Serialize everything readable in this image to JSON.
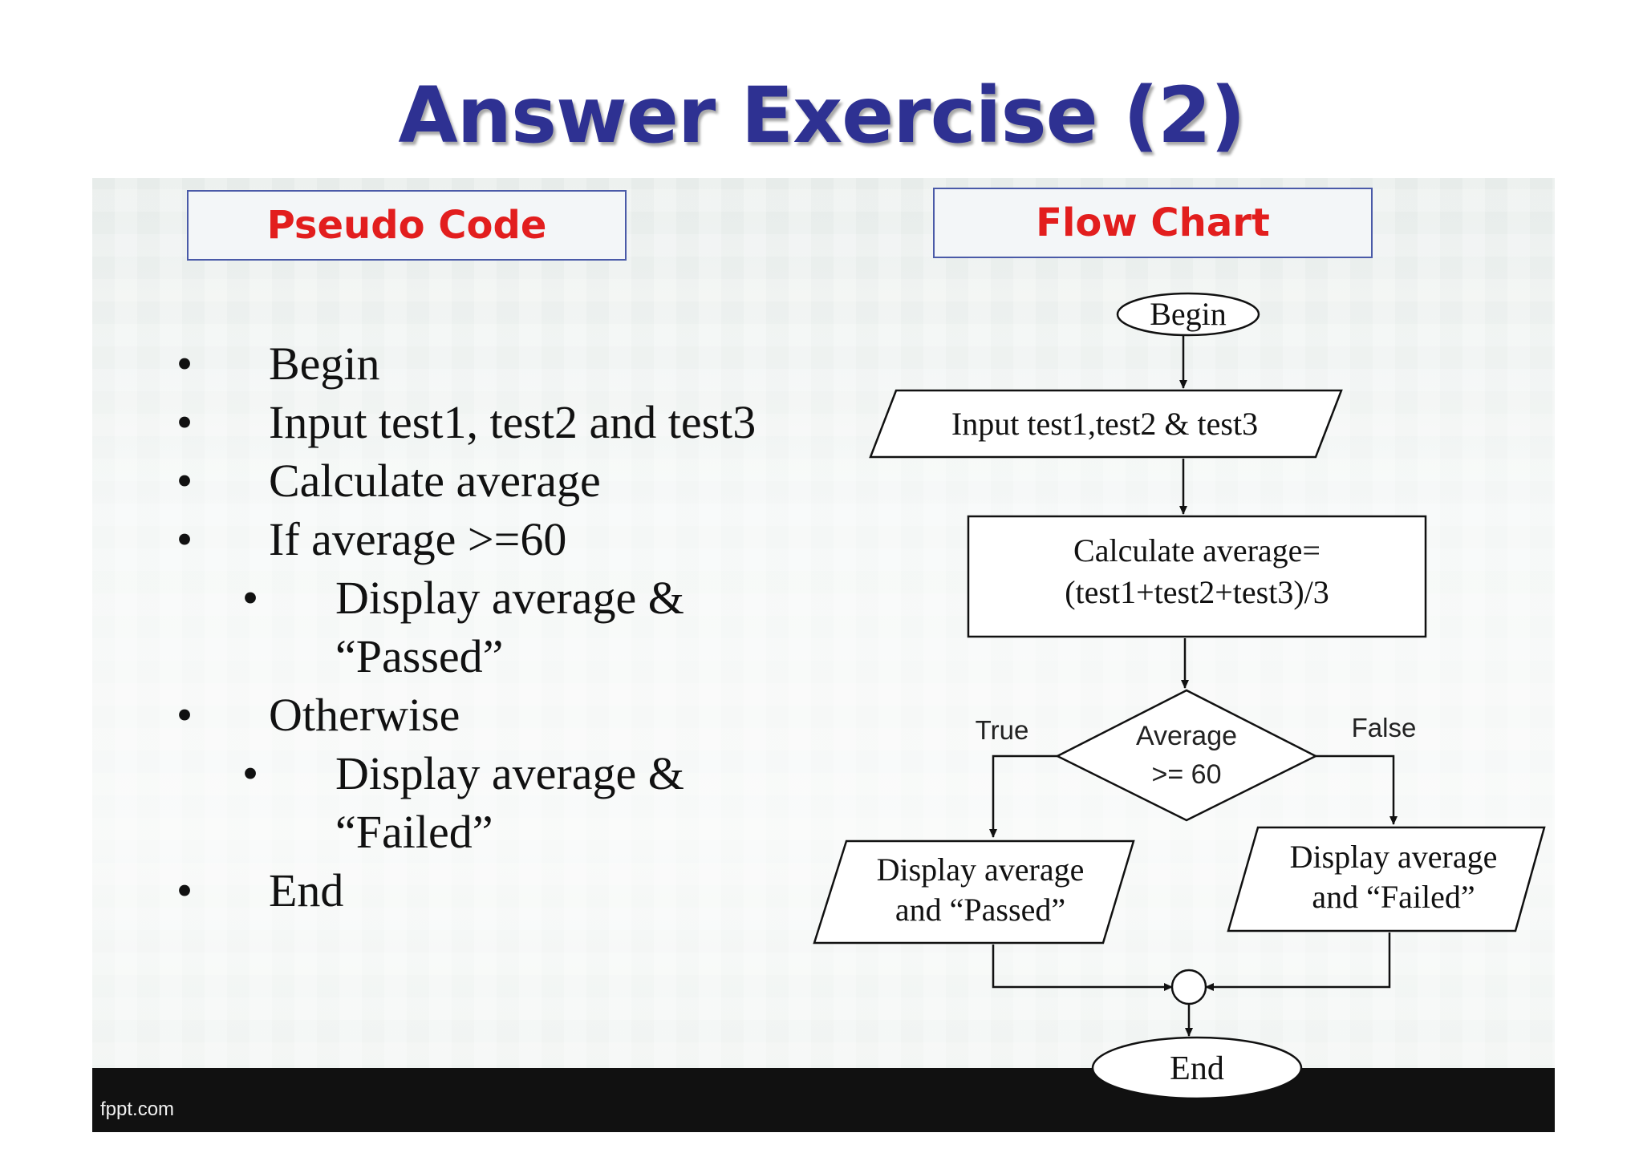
{
  "title": "Answer Exercise (2)",
  "pseudo_section": {
    "label": "Pseudo Code",
    "items": [
      {
        "text": "Begin",
        "level": 0
      },
      {
        "text": "Input test1, test2 and test3",
        "level": 0
      },
      {
        "text": "Calculate average",
        "level": 0
      },
      {
        "text": "If average >=60",
        "level": 0
      },
      {
        "text": "Display average & “Passed”",
        "level": 1
      },
      {
        "text": "Otherwise",
        "level": 0
      },
      {
        "text": "Display average & “Failed”",
        "level": 1
      },
      {
        "text": "End",
        "level": 0
      }
    ]
  },
  "flow_section": {
    "label": "Flow Chart",
    "begin": "Begin",
    "input": "Input  test1,test2 & test3",
    "process_line1": "Calculate average=",
    "process_line2": "(test1+test2+test3)/3",
    "decision_line1": "Average",
    "decision_line2": ">= 60",
    "true_label": "True",
    "false_label": "False",
    "passed_line1": "Display average",
    "passed_line2": "and “Passed”",
    "failed_line1": "Display average",
    "failed_line2": "and “Failed”",
    "end": "End"
  },
  "footer": {
    "text": "fppt.com"
  },
  "colors": {
    "title": "#2e3192",
    "section_label": "#e21e1e",
    "section_border": "#4a5aa8",
    "footer_bar": "#111111"
  }
}
